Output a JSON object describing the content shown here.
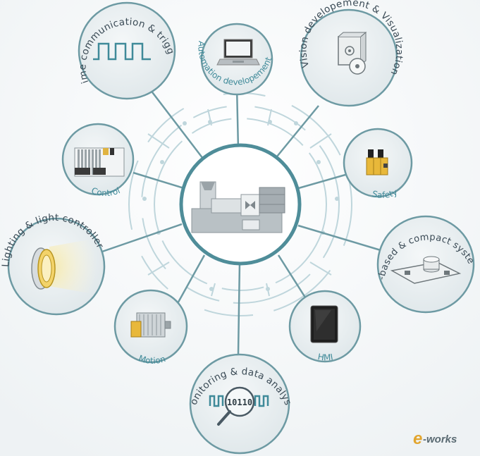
{
  "diagram": {
    "center": {
      "icon": "injection-molding-machine-icon"
    },
    "nodes": [
      {
        "id": "realtime",
        "label": "Real-time communication & triggering",
        "icon": "square-wave-icon"
      },
      {
        "id": "automation",
        "label": "Automation developement",
        "icon": "laptop-icon"
      },
      {
        "id": "vision",
        "label": "Vision developement & Visualization",
        "icon": "vision-software-icon"
      },
      {
        "id": "control",
        "label": "Control",
        "icon": "plc-rack-icon"
      },
      {
        "id": "safety",
        "label": "Safety",
        "icon": "safety-terminal-icon"
      },
      {
        "id": "lighting",
        "label": "Lighting & light controller",
        "icon": "ring-light-icon"
      },
      {
        "id": "pc",
        "label": "PC-based & compact systems",
        "icon": "compact-pc-icon"
      },
      {
        "id": "motion",
        "label": "Motion",
        "icon": "servo-motor-icon"
      },
      {
        "id": "hmi",
        "label": "HMI",
        "icon": "touch-panel-icon"
      },
      {
        "id": "monitoring",
        "label": "Monitoring & data analysis",
        "icon": "magnifier-binary-icon",
        "binary_text": "10110"
      }
    ],
    "colors": {
      "line": "#6d9aa3",
      "circle_fill": "#e8eef0",
      "circle_stroke": "#6d9aa3",
      "center_stroke": "#4f8d99",
      "text": "#3a4a55",
      "accent_teal": "#3f8a99",
      "pale_circuit": "#bfd6dc"
    }
  },
  "watermark": {
    "text_e": "e",
    "text_rest": "-works"
  }
}
